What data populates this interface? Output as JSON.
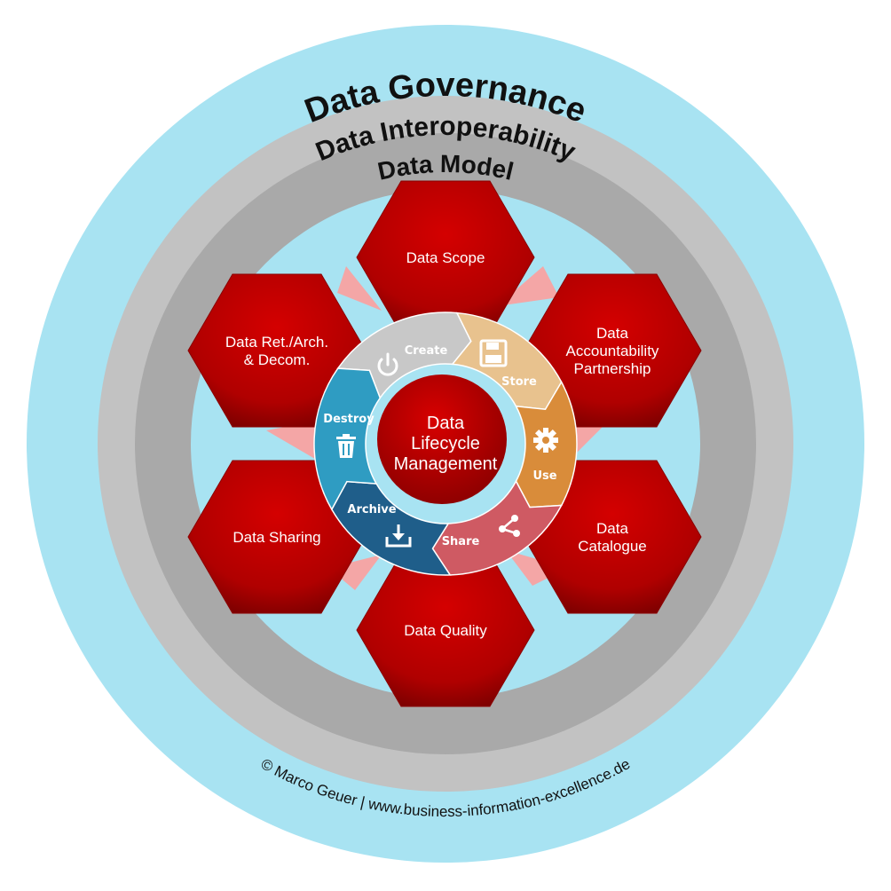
{
  "rings": {
    "outer_label": "Data Governance",
    "middle_label": "Data Interoperability",
    "inner_label": "Data Model"
  },
  "hexagons": [
    {
      "id": "scope",
      "lines": [
        "Data Scope"
      ]
    },
    {
      "id": "accountability",
      "lines": [
        "Data",
        "Accountability",
        "Partnership"
      ]
    },
    {
      "id": "catalogue",
      "lines": [
        "Data",
        "Catalogue"
      ]
    },
    {
      "id": "quality",
      "lines": [
        "Data Quality"
      ]
    },
    {
      "id": "sharing",
      "lines": [
        "Data Sharing"
      ]
    },
    {
      "id": "retention",
      "lines": [
        "Data Ret./Arch.",
        "& Decom."
      ]
    }
  ],
  "lifecycle": {
    "core_lines": [
      "Data",
      "Lifecycle",
      "Management"
    ],
    "segments": [
      {
        "label": "Create",
        "icon": "power-icon",
        "color": "#c8c8c8"
      },
      {
        "label": "Store",
        "icon": "floppy-disk-icon",
        "color": "#e8c28e"
      },
      {
        "label": "Use",
        "icon": "gear-icon",
        "color": "#d98c3a"
      },
      {
        "label": "Share",
        "icon": "share-icon",
        "color": "#cf5a63"
      },
      {
        "label": "Archive",
        "icon": "archive-tray-icon",
        "color": "#1f5e8a"
      },
      {
        "label": "Destroy",
        "icon": "trash-icon",
        "color": "#2f9cc2"
      }
    ]
  },
  "colors": {
    "outer_ring": "#a8e3f2",
    "middle_ring": "#c2c2c2",
    "inner_ring": "#a9a9a9",
    "inner_fill": "#a8e3f2",
    "hexagon_red": "#c00000",
    "connector_pink": "#f4a6a6",
    "core_red": "#b80000"
  },
  "footer": {
    "copyright": "© Marco Geuer | www.business-information-excellence.de"
  }
}
